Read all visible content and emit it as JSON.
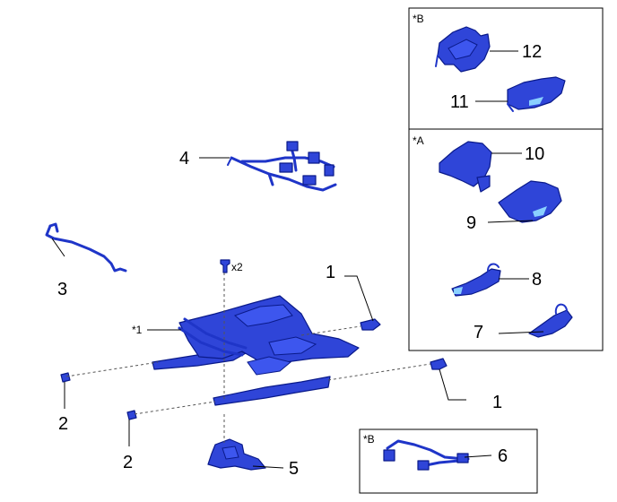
{
  "callouts": {
    "c1_top": "1",
    "c1_bottom": "1",
    "c2_left": "2",
    "c2_bottom": "2",
    "c3": "3",
    "c4": "4",
    "c5": "5",
    "c6": "6",
    "c7": "7",
    "c8": "8",
    "c9": "9",
    "c10": "10",
    "c11": "11",
    "c12": "12"
  },
  "markers": {
    "star1": "*1",
    "starA": "*A",
    "starB_top": "*B",
    "starB_bottom": "*B"
  },
  "bolt_qty": "x2",
  "colors": {
    "part_fill": "#2f45d8",
    "part_edge": "#0a1a8a",
    "highlight": "#8ad0ff"
  }
}
